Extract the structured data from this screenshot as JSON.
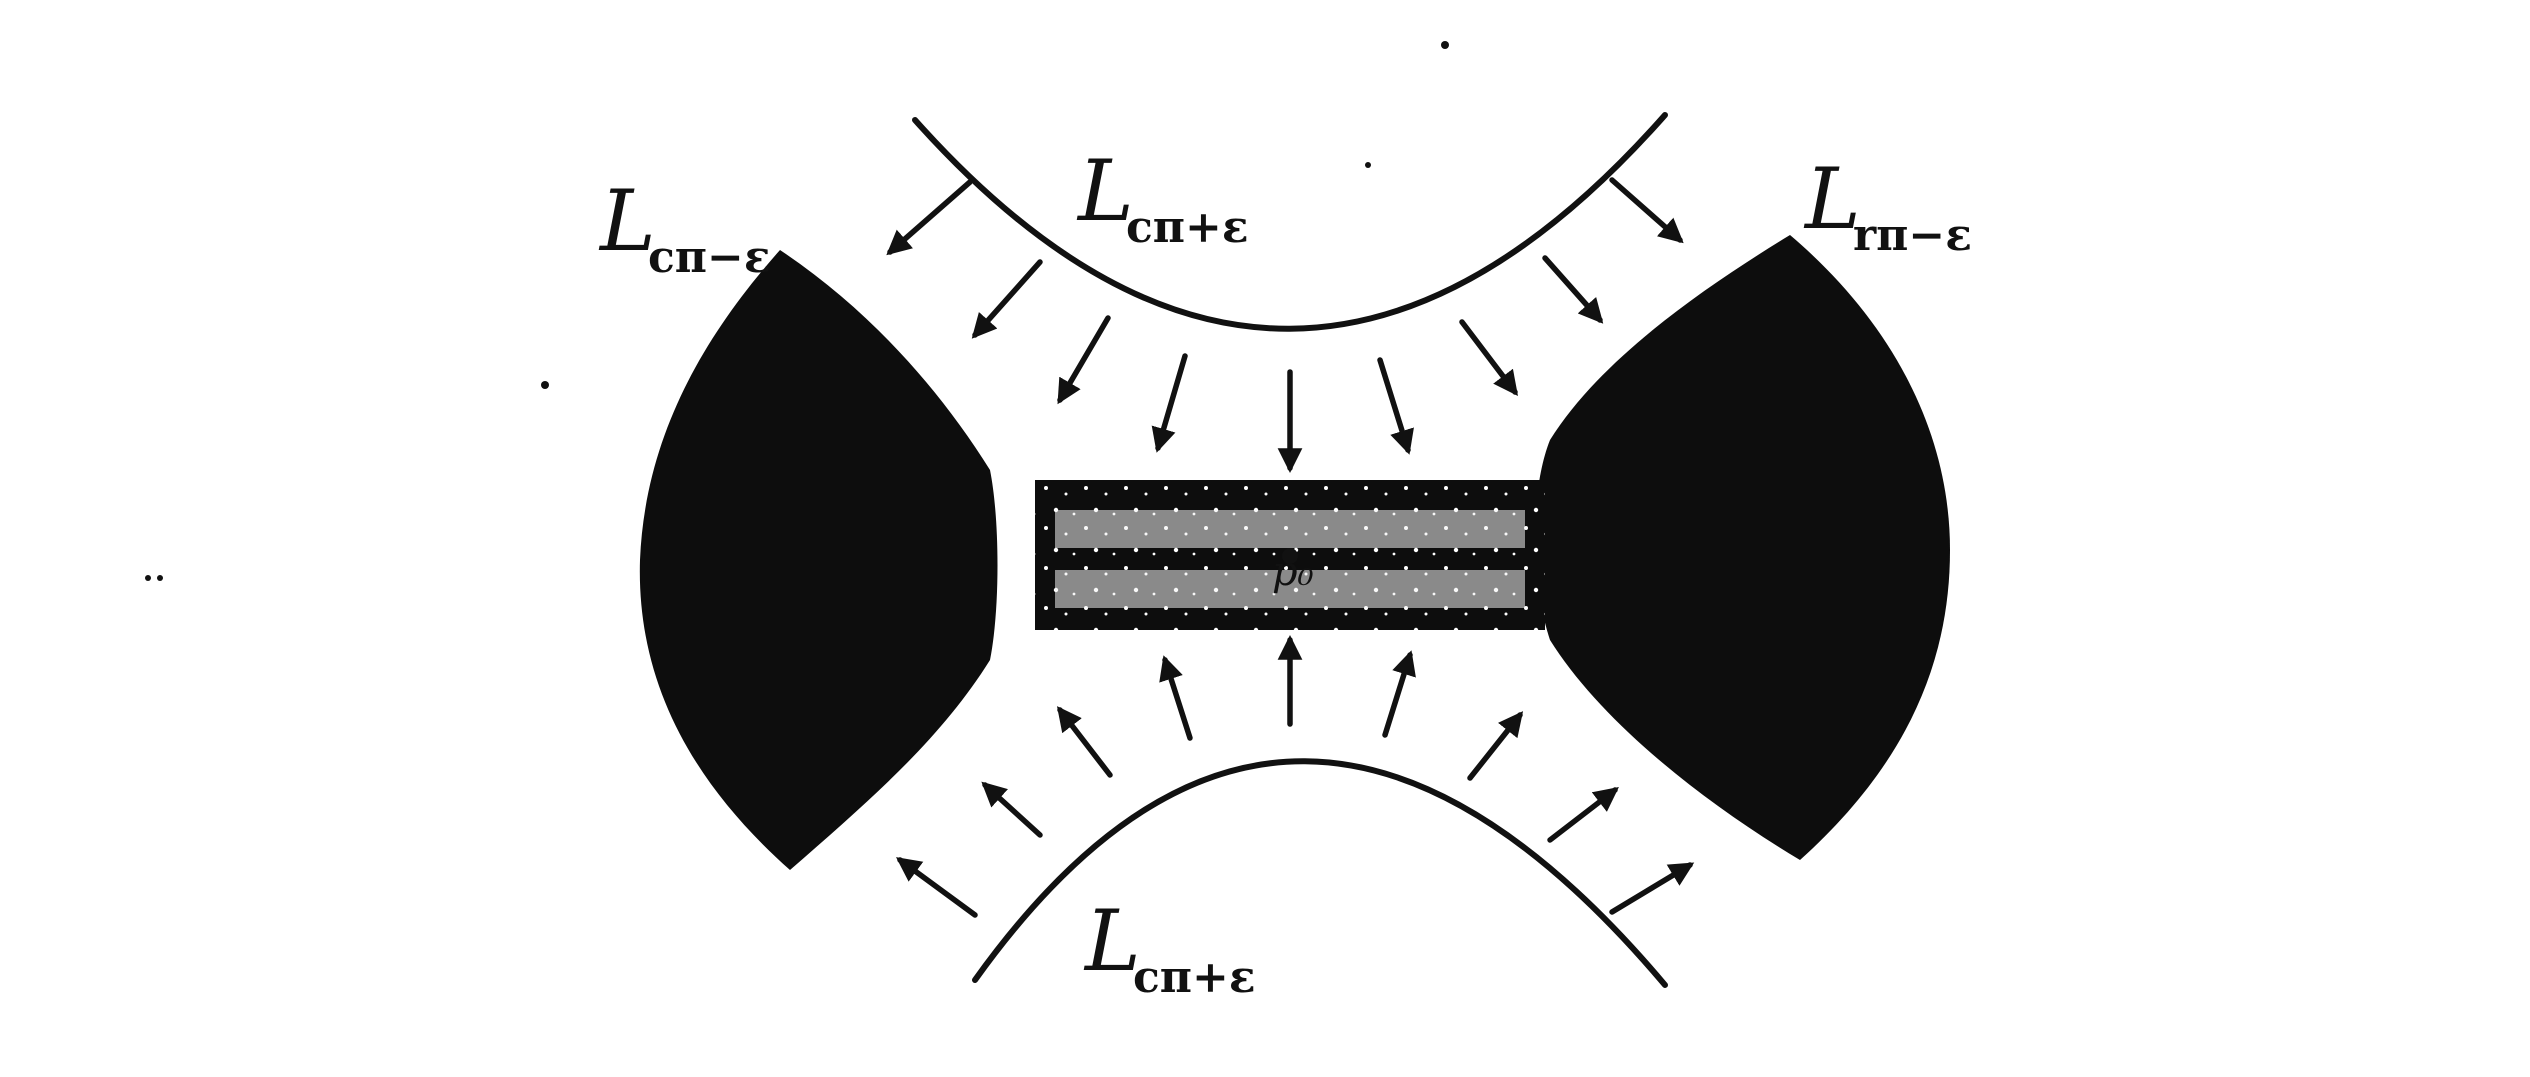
{
  "colors": {
    "ink": "#111111",
    "background": "#ffffff",
    "speckle": "#ffffff"
  },
  "labels": {
    "top_left": {
      "main": "L",
      "sub": "cπ−ε"
    },
    "top_center": {
      "main": "L",
      "sub": "cπ+ε"
    },
    "top_right": {
      "main": "L",
      "sub": "rπ−ε"
    },
    "bottom_center": {
      "main": "L",
      "sub": "cπ+ε"
    },
    "center": "p₀"
  }
}
